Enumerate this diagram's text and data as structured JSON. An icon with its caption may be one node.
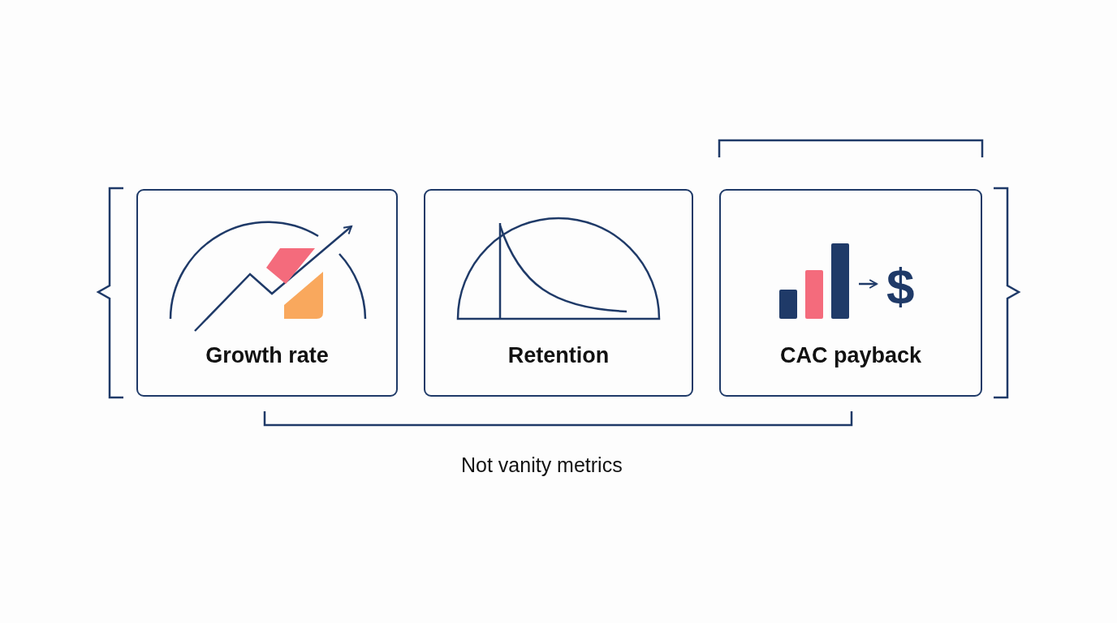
{
  "diagram": {
    "nodes": [
      {
        "text": [
          "Growth rate"
        ]
      },
      {
        "text": [
          "Retention"
        ]
      },
      {
        "text": [
          "CAC payback"
        ]
      }
    ],
    "labels": [
      "$",
      "Not vanity metrics"
    ]
  }
}
